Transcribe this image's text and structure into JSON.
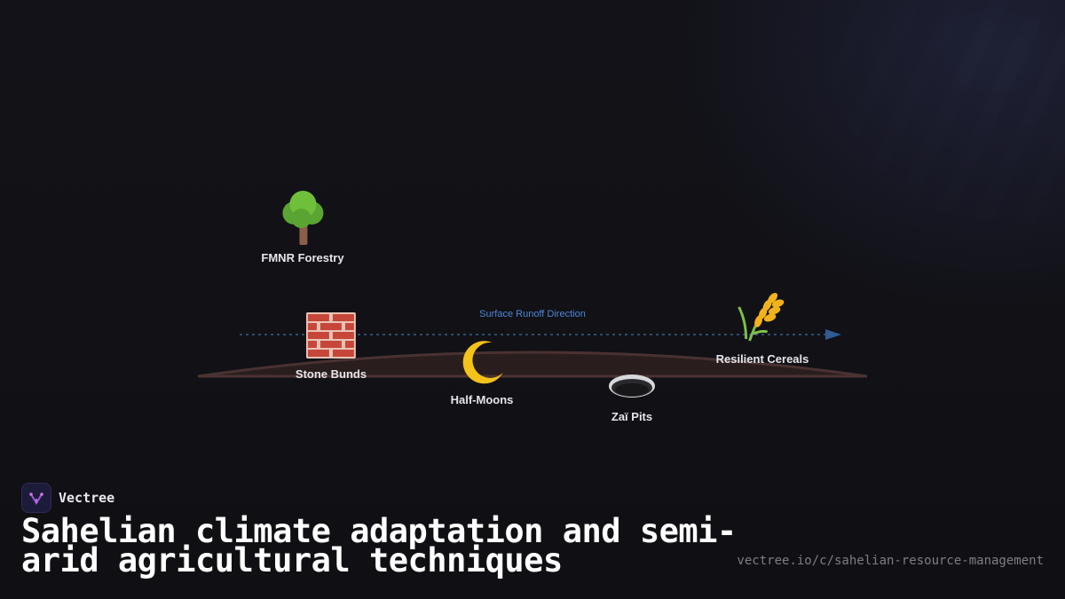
{
  "diagram": {
    "runoff_label": "Surface Runoff Direction",
    "nodes": {
      "fmnr": {
        "label": "FMNR Forestry",
        "icon": "tree-icon"
      },
      "stone_bunds": {
        "label": "Stone Bunds",
        "icon": "brick-icon"
      },
      "half_moons": {
        "label": "Half-Moons",
        "icon": "crescent-moon-icon"
      },
      "zai_pits": {
        "label": "Zaï Pits",
        "icon": "pit-icon"
      },
      "resilient_cereals": {
        "label": "Resilient Cereals",
        "icon": "wheat-icon"
      }
    },
    "colors": {
      "runoff_line": "#3b5f8a",
      "runoff_label": "#4f86d6",
      "ground": "#2a1d1d",
      "ground_edge": "#4a3232"
    }
  },
  "brand": {
    "name": "Vectree",
    "logo_icon": "vectree-logo-icon"
  },
  "footer": {
    "title": "Sahelian climate adaptation and semi-arid agricultural techniques",
    "url": "vectree.io/c/sahelian-resource-management"
  }
}
